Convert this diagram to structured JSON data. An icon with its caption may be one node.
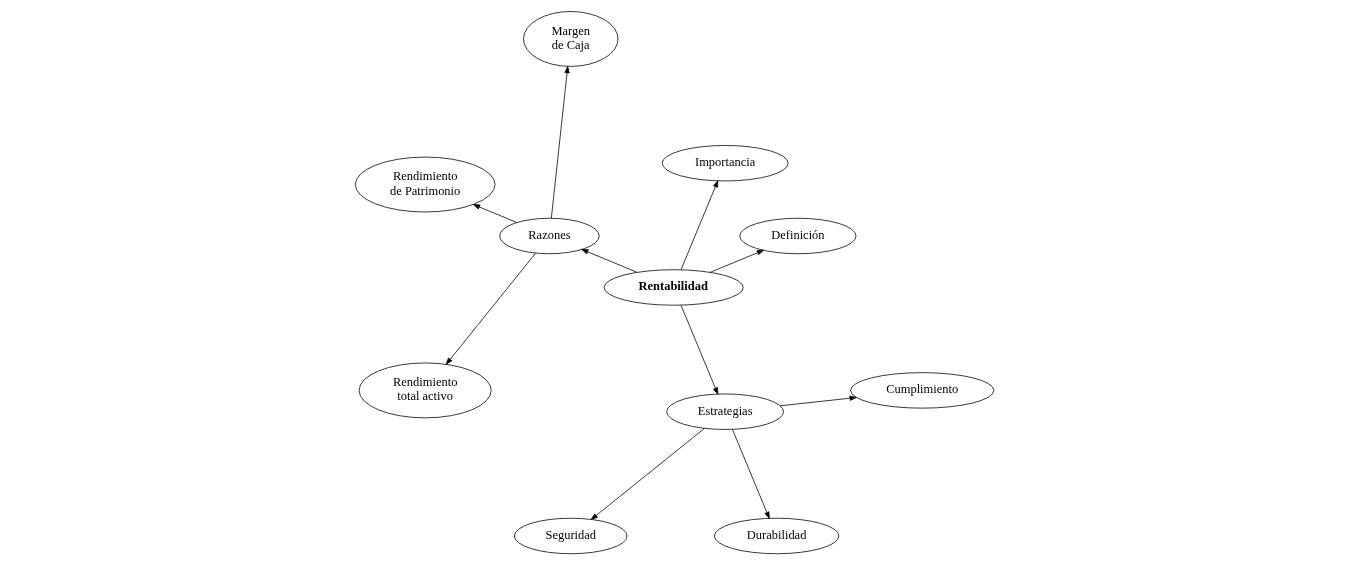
{
  "diagram": {
    "nodes": [
      {
        "text": [
          "Rentabilidad"
        ]
      },
      {
        "text": [
          "Definición"
        ]
      },
      {
        "text": [
          "Importancia"
        ]
      },
      {
        "text": [
          "Razones"
        ]
      },
      {
        "text": [
          "Margen de Caja"
        ]
      },
      {
        "text": [
          "Rendimiento de Patrimonio"
        ]
      },
      {
        "text": [
          "Rendimiento total activo"
        ]
      },
      {
        "text": [
          "Estrategias"
        ]
      },
      {
        "text": [
          "Seguridad"
        ]
      },
      {
        "text": [
          "Durabilidad"
        ]
      },
      {
        "text": [
          "Cumplimiento"
        ]
      }
    ],
    "edges": [
      {
        "from": 0,
        "to": 1,
        "arrow": "to"
      },
      {
        "from": 0,
        "to": 2,
        "arrow": "to"
      },
      {
        "from": 0,
        "to": 3,
        "arrow": "to"
      },
      {
        "from": 0,
        "to": 7,
        "arrow": "to"
      },
      {
        "from": 3,
        "to": 4,
        "arrow": "to"
      },
      {
        "from": 3,
        "to": 5,
        "arrow": "to"
      },
      {
        "from": 3,
        "to": 6,
        "arrow": "to"
      },
      {
        "from": 7,
        "to": 8,
        "arrow": "to"
      },
      {
        "from": 7,
        "to": 9,
        "arrow": "to"
      },
      {
        "from": 7,
        "to": 10,
        "arrow": "to"
      }
    ]
  }
}
